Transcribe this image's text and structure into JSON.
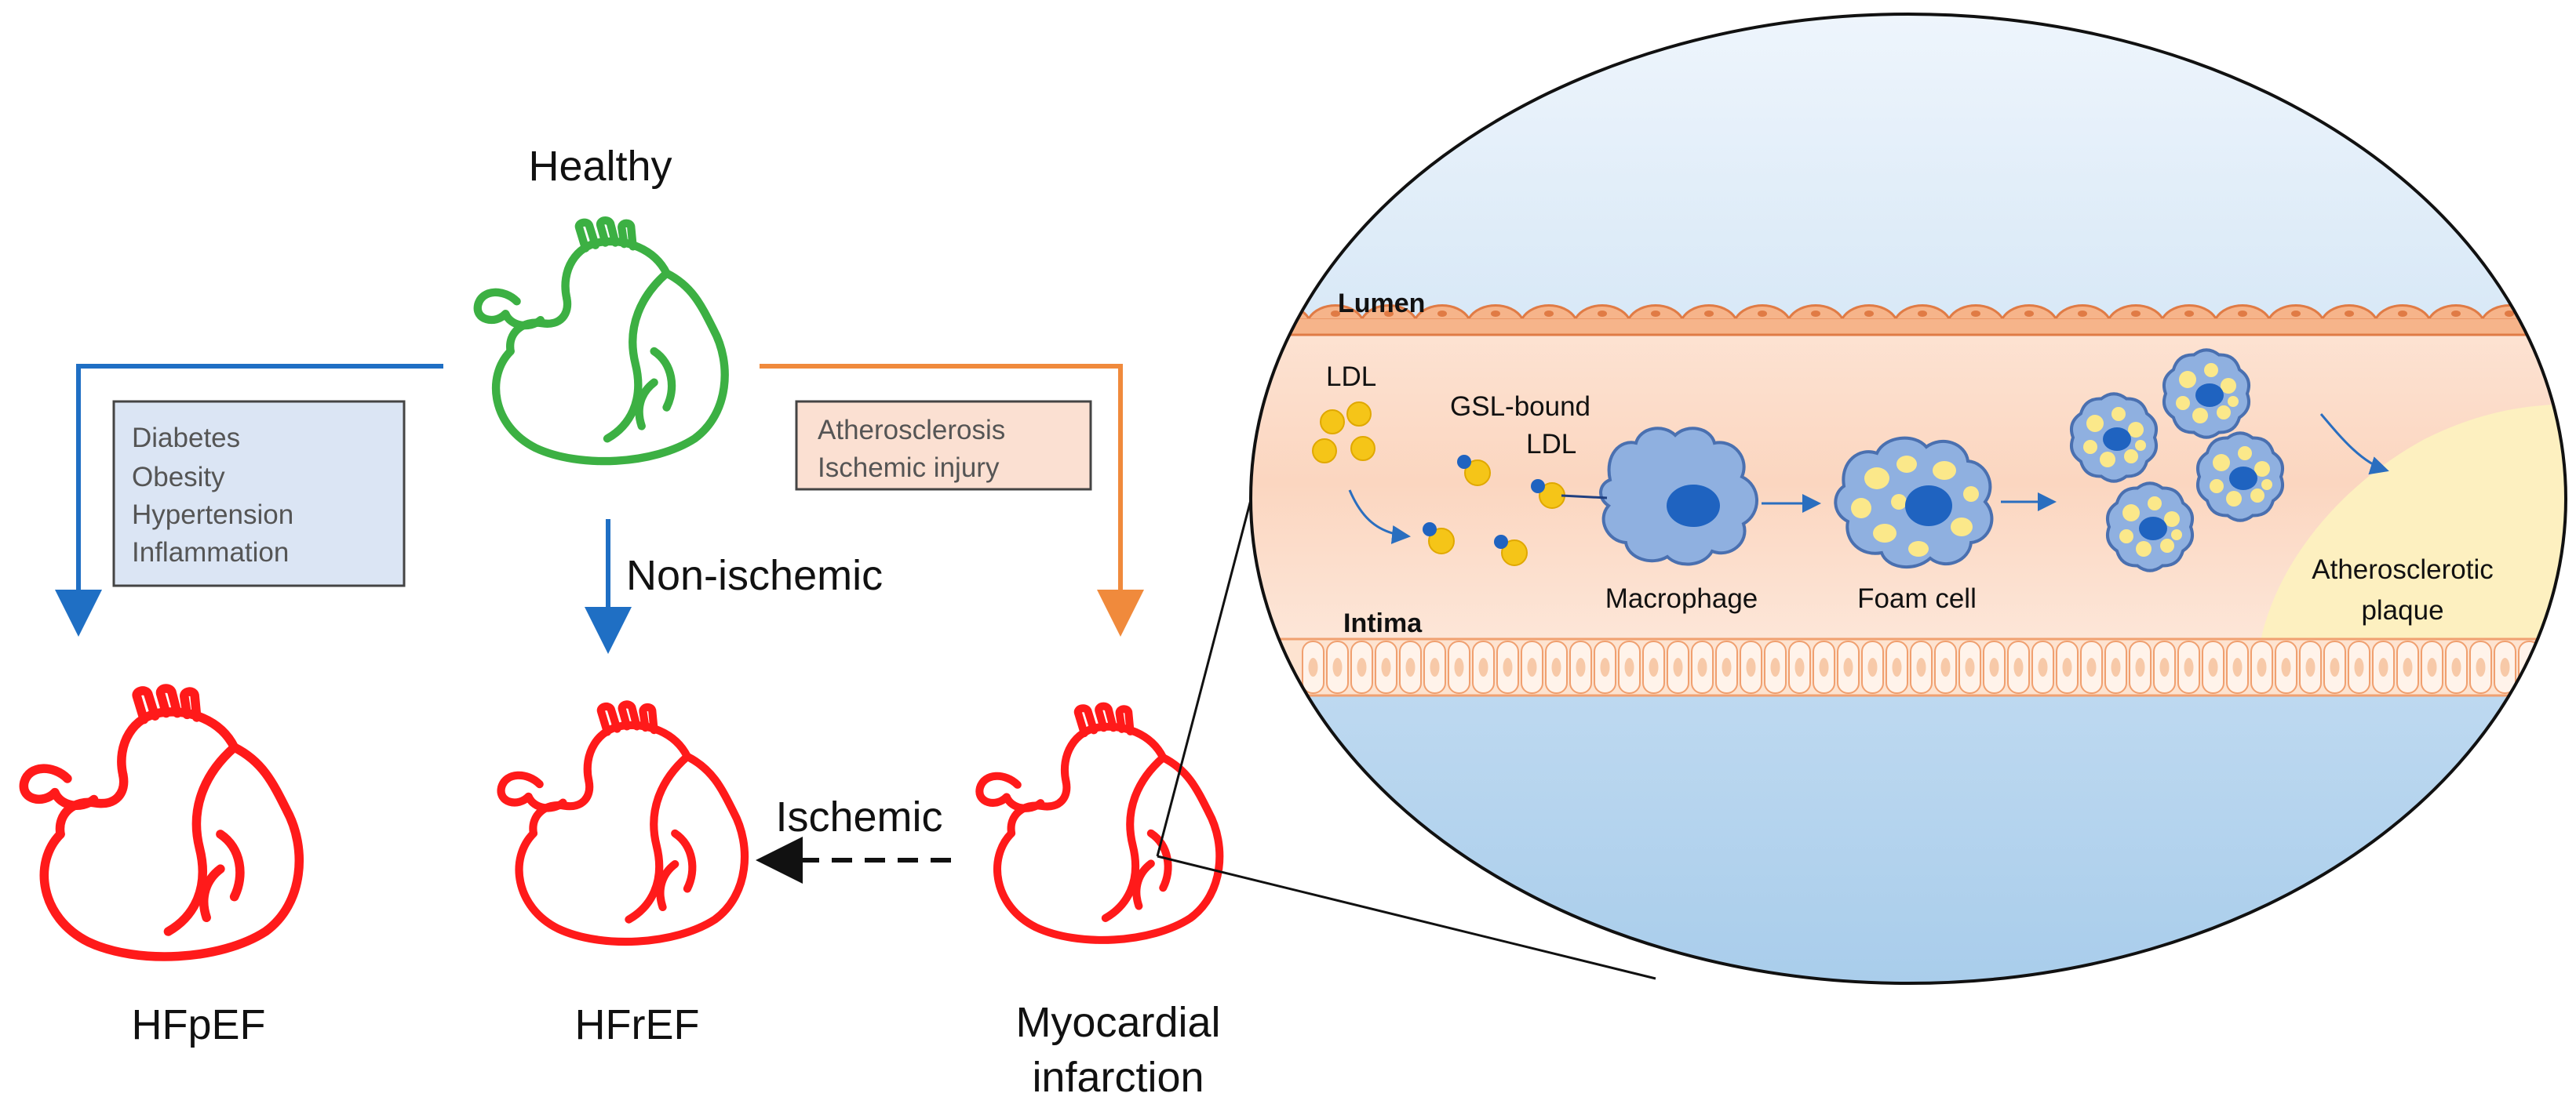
{
  "labels": {
    "healthy": "Healthy",
    "hfpef": "HFpEF",
    "hfref": "HFrEF",
    "mi_line1": "Myocardial",
    "mi_line2": "infarction",
    "non_ischemic": "Non-ischemic",
    "ischemic": "Ischemic"
  },
  "risk_box_left": {
    "items": [
      "Diabetes",
      "Obesity",
      "Hypertension",
      "Inflammation"
    ]
  },
  "risk_box_right": {
    "items": [
      "Atherosclerosis",
      "Ischemic injury"
    ]
  },
  "inset": {
    "lumen": "Lumen",
    "intima": "Intima",
    "ldl": "LDL",
    "gsl_line1": "GSL-bound",
    "gsl_line2": "LDL",
    "macrophage": "Macrophage",
    "foam_cell": "Foam cell",
    "plaque_line1": "Atherosclerotic",
    "plaque_line2": "plaque"
  },
  "colors": {
    "healthy_heart": "#3cb043",
    "diseased_heart": "#ff1a1a",
    "blue_arrow": "#1f6fc4",
    "orange_arrow": "#f08a3c",
    "left_box_fill": "#dbe5f4",
    "right_box_fill": "#fbe0d2"
  }
}
